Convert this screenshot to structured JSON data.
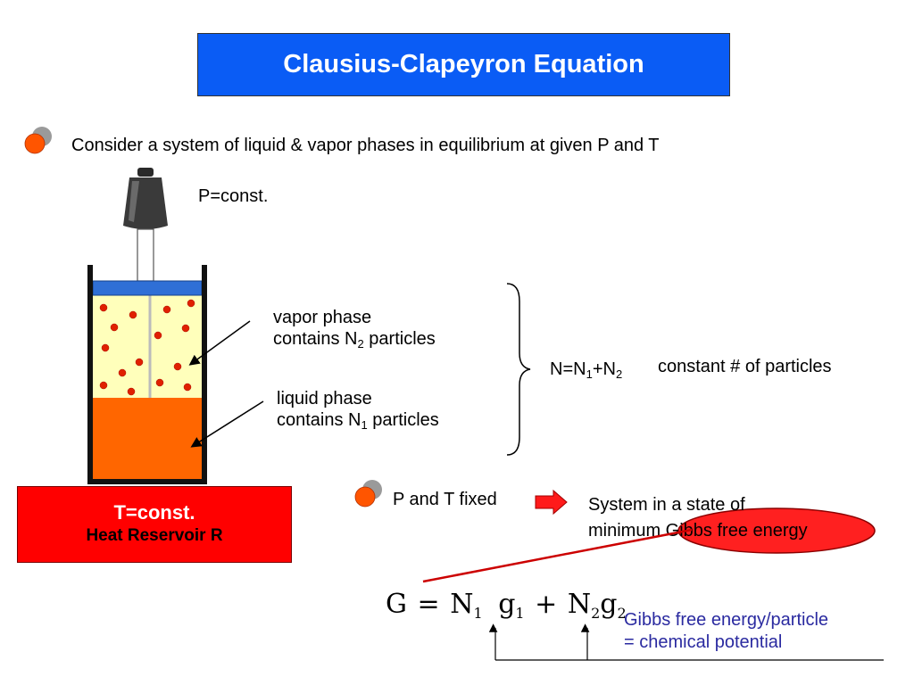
{
  "title": "Clausius-Clapeyron Equation",
  "bullet1": {
    "text": "Consider a system of liquid & vapor phases in equilibrium at given P and T"
  },
  "piston": {
    "label": "P=const.",
    "weight_mark": "ÿ"
  },
  "vapor": {
    "line1": "vapor phase",
    "line2_pre": "contains N",
    "line2_sub": "2",
    "line2_post": " particles"
  },
  "liquid": {
    "line1": "liquid phase",
    "line2_pre": "contains N",
    "line2_sub": "1",
    "line2_post": " particles"
  },
  "total": {
    "n": "N=N",
    "sub1": "1",
    "plus": "+N",
    "sub2": "2",
    "desc": "constant # of particles"
  },
  "reservoir": {
    "line1": "T=const.",
    "line2": "Heat Reservoir R"
  },
  "bullet2": {
    "text": "P and T fixed"
  },
  "result": {
    "line1": "System in a state of",
    "line2_pre": "minimum ",
    "highlight": "Gibbs free energy"
  },
  "equation": {
    "G": "G",
    "eq": "=",
    "N": "N",
    "s1": "1",
    "g": "g",
    "s1b": "1",
    "plus": "+",
    "N2": "N",
    "s2": "2",
    "g2": "g",
    "s2b": "2"
  },
  "gibbs_note": {
    "line1": "Gibbs free energy/particle",
    "line2": "= chemical potential"
  },
  "colors": {
    "title_bg": "#0a5cf5",
    "reservoir": "#ff0000",
    "liquid": "#ff6600",
    "vapor": "#ffffbb",
    "bullet": "#ff5500",
    "note": "#2a2aa0"
  }
}
